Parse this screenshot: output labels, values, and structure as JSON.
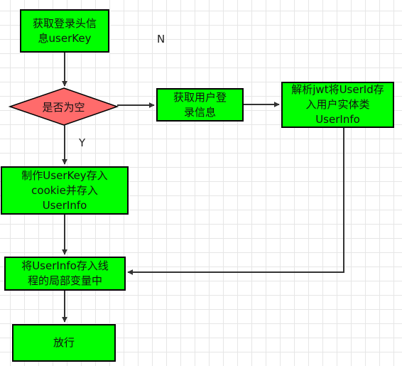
{
  "nodes": {
    "get_header_userkey": "获取登录头信\n息userKey",
    "is_empty": "是否为空",
    "get_user_login_info": "获取用户登\n录信息",
    "parse_jwt": "解析jwt将UserId存\n入用户实体类\nUserInfo",
    "create_userkey": "制作UserKey存入\ncookie并存入\nUserInfo",
    "store_thread_local": "将UserInfo存入线\n程的局部变量中",
    "allow_pass": "放行"
  },
  "edge_labels": {
    "no": "N",
    "yes": "Y"
  },
  "colors": {
    "process_fill": "#00ff00",
    "decision_fill": "#ff6b6b",
    "stroke": "#000000",
    "connector": "#333333"
  }
}
